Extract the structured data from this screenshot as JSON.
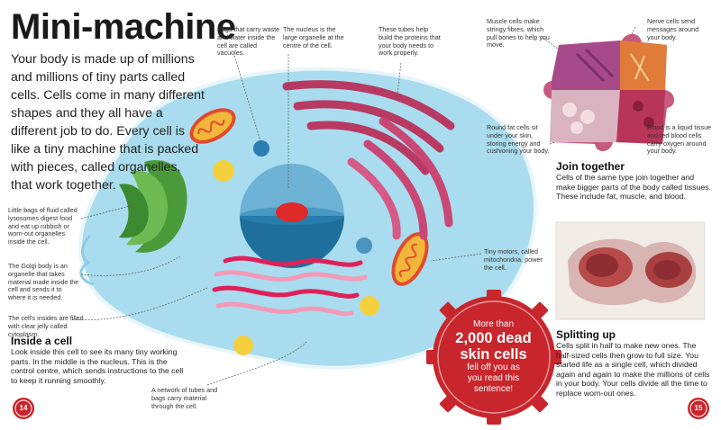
{
  "title": "Mini-machine",
  "intro": "Your body is made up of millions and millions of tiny parts called cells. Cells come in many different shapes and they all have a different job to do. Every cell is like a tiny machine that is packed with pieces, called organelles, that work together.",
  "labels": {
    "vacuoles": "Bags that carry waste and water inside the cell are called vacuoles.",
    "nucleus": "The nucleus is the large organelle at the centre of the cell.",
    "tubes": "These tubes help build the proteins that your body needs to work properly.",
    "lysosomes": "Little bags of fluid called lysosomes digest food and eat up rubbish or worn-out organelles inside the cell.",
    "golgi": "The Golgi body is an organelle that takes material made inside the cell and sends it to where it is needed.",
    "cytoplasm": "The cell's insides are filled with clear jelly called cytoplasm.",
    "mitochondria": "Tiny motors, called mitochondria, power the cell.",
    "network": "A network of tubes and bags carry material through the cell.",
    "muscle": "Muscle cells make stringy fibres, which pull bones to help you move.",
    "nerve": "Nerve cells send messages around your body.",
    "fat": "Round fat cells sit under your skin, storing energy and cushioning your body.",
    "blood": "Blood is a liquid tissue and red blood cells carry oxygen around your body."
  },
  "inside_cell": {
    "heading": "Inside a cell",
    "body": "Look inside this cell to see its many tiny working parts. In the middle is the nucleus. This is the control centre, which sends instructions to the cell to keep it running smoothly."
  },
  "join_together": {
    "heading": "Join together",
    "body": "Cells of the same type join together and make bigger parts of the body called tissues. These include fat, muscle, and blood."
  },
  "splitting_up": {
    "heading": "Splitting up",
    "body": "Cells split in half to make new ones. The half-sized cells then grow to full size. You started life as a single cell, which divided again and again to make the millions of cells in your body. Your cells divide all the time to replace worn-out ones."
  },
  "badge": {
    "line1": "More than",
    "line2": "2,000 dead",
    "line3": "skin cells",
    "line4": "fell off you as",
    "line5": "you read this",
    "line6": "sentence!"
  },
  "page_left": "14",
  "page_right": "15",
  "colors": {
    "accent": "#c8262c",
    "cell": "#a9dcee",
    "nucleus": "#1e6f9b",
    "golgi": "#4a9a3a",
    "er": "#b83a62",
    "mito": "#f1b73a"
  }
}
